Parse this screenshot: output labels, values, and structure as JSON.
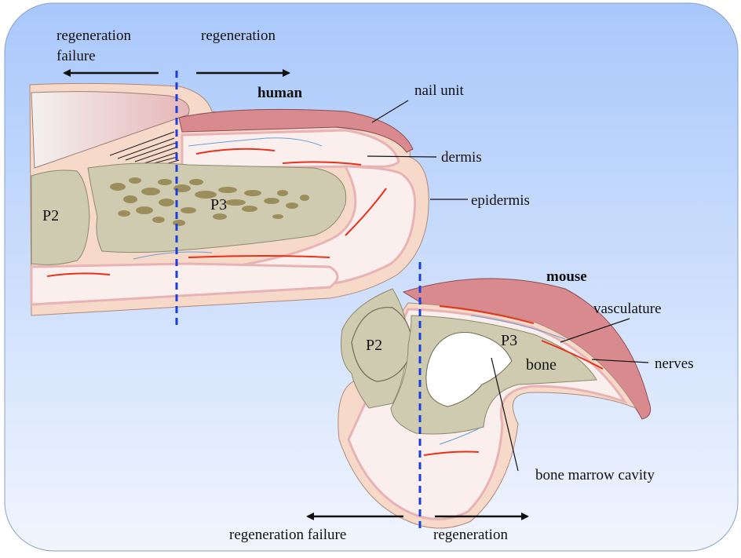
{
  "colors": {
    "background_top": "#a9c8fb",
    "background_bottom": "#f1f5fe",
    "divider": "#1a3fe0",
    "nail": "#d98a8e",
    "skin": "#f6d9c8",
    "dermis": "#fbefee",
    "dermis_edge": "#e8b3b4",
    "bone": "#cfcbb0",
    "trabecula": "#9c8e5c",
    "vessel_red": "#e8311a",
    "vessel_blue": "#6a9fd6"
  },
  "human": {
    "title": "human",
    "regen_failure": [
      "regeneration",
      "failure"
    ],
    "regeneration": "regeneration",
    "p2": "P2",
    "p3": "P3",
    "nail_unit": "nail unit",
    "dermis": "dermis",
    "epidermis": "epidermis"
  },
  "mouse": {
    "title": "mouse",
    "p2": "P2",
    "p3": "P3",
    "bone": "bone",
    "vasculature": "vasculature",
    "nerves": "nerves",
    "bone_marrow_cavity": "bone marrow cavity",
    "regen_failure": "regeneration failure",
    "regeneration": "regeneration"
  }
}
